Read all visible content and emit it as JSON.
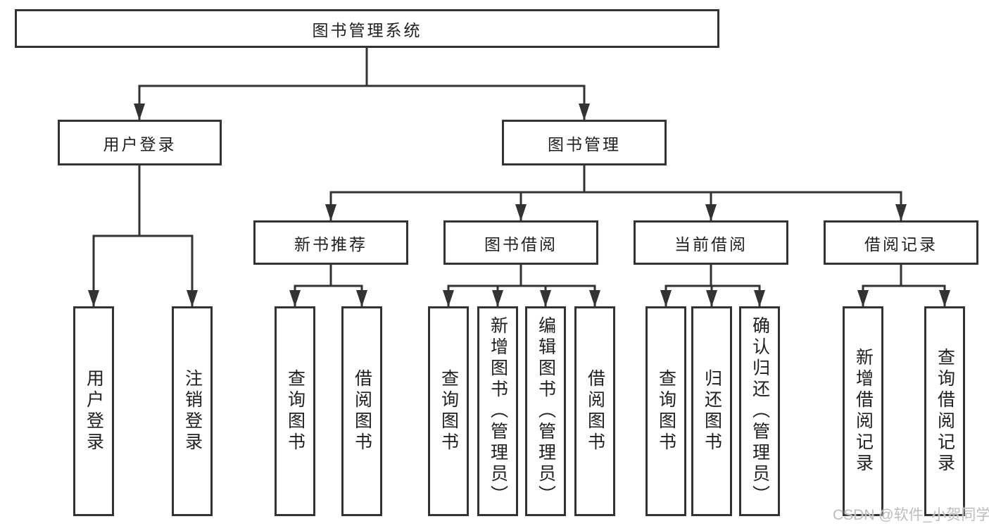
{
  "watermark": "CSDN @软件_小贺同学",
  "colors": {
    "line": "#333333",
    "box_border": "#333333",
    "text": "#1f1f1f",
    "watermark": "#bdbdbd"
  },
  "tree": {
    "root": "图书管理系统",
    "branches": [
      {
        "label": "用户登录",
        "children": [
          "用户登录",
          "注销登录"
        ]
      },
      {
        "label": "图书管理",
        "groups": [
          {
            "label": "新书推荐",
            "children": [
              "查询图书",
              "借阅图书"
            ]
          },
          {
            "label": "图书借阅",
            "children": [
              "查询图书",
              "新增图书（管理员）",
              "编辑图书（管理员）",
              "借阅图书"
            ]
          },
          {
            "label": "当前借阅",
            "children": [
              "查询图书",
              "归还图书",
              "确认归还（管理员）"
            ]
          },
          {
            "label": "借阅记录",
            "children": [
              "新增借阅记录",
              "查询借阅记录"
            ]
          }
        ]
      }
    ]
  }
}
